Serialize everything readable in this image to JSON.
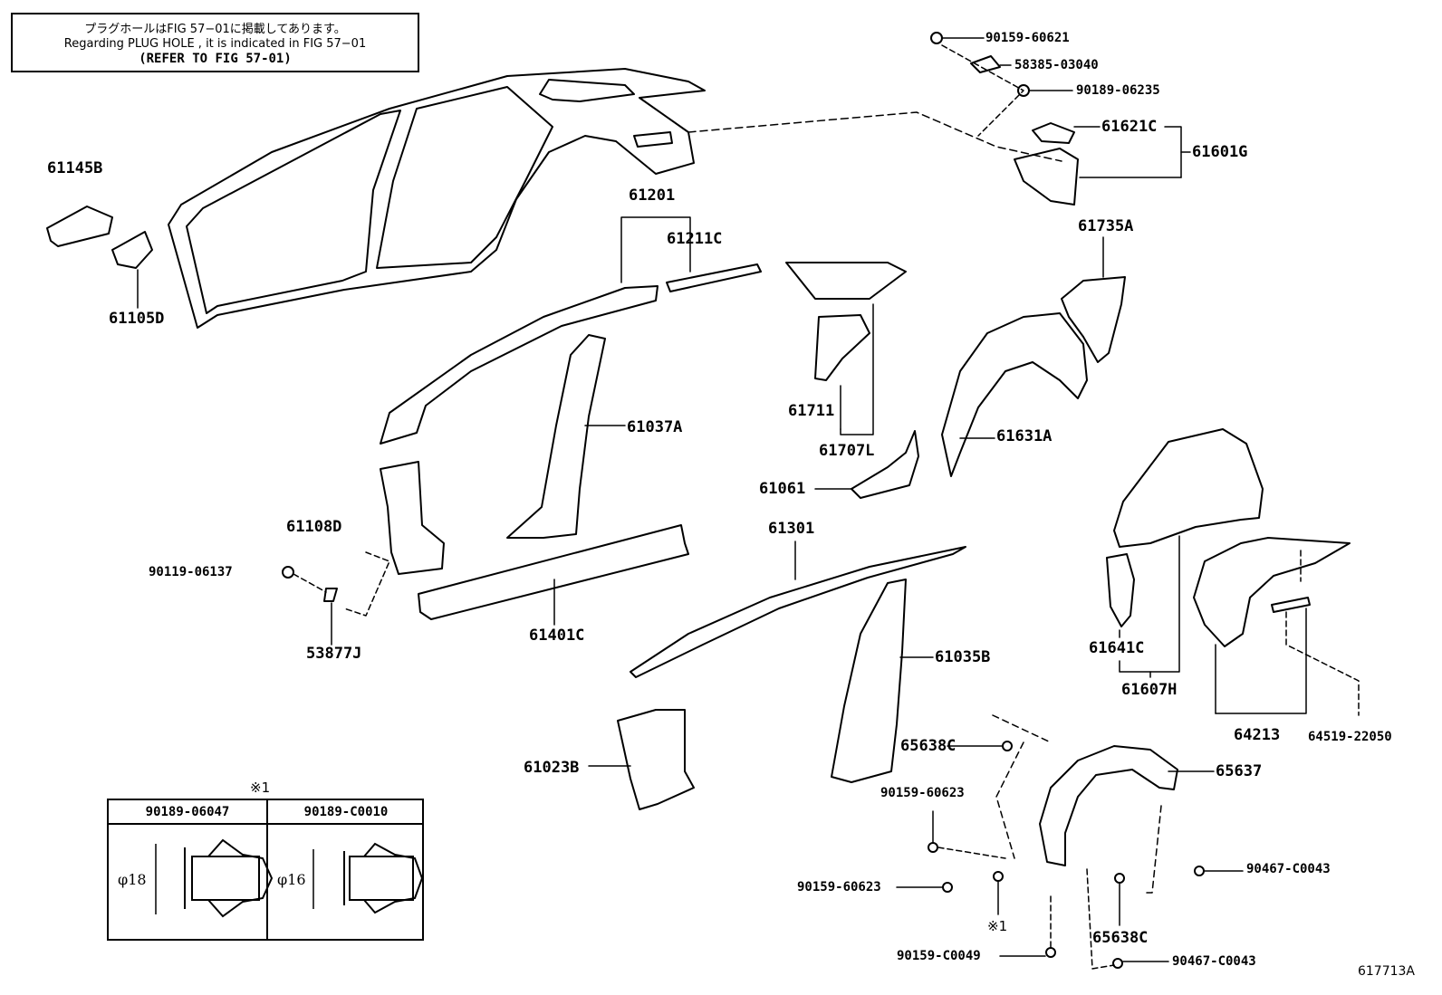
{
  "note": {
    "line1": "プラグホールはFIG 57−01に掲載してあります。",
    "line2": "Regarding PLUG HOLE , it is indicated in FIG 57−01",
    "line3": "(REFER TO FIG 57-01)"
  },
  "labels": {
    "p61145B": "61145B",
    "p61105D": "61105D",
    "p61201": "61201",
    "p61211C": "61211C",
    "p61037A": "61037A",
    "p61108D": "61108D",
    "p90119_06137": "90119-06137",
    "p53877J": "53877J",
    "p61401C": "61401C",
    "p61711": "61711",
    "p61707L": "61707L",
    "p61061": "61061",
    "p61301": "61301",
    "p61035B": "61035B",
    "p61023B": "61023B",
    "p65638C_a": "65638C",
    "p90159_60623_a": "90159-60623",
    "p90159_60623_b": "90159-60623",
    "p90159_C0049": "90159-C0049",
    "p65638C_b": "65638C",
    "p90467_C0043_a": "90467-C0043",
    "p90467_C0043_b": "90467-C0043",
    "p65637": "65637",
    "p90159_60621": "90159-60621",
    "p58385_03040": "58385-03040",
    "p90189_06235": "90189-06235",
    "p61621C": "61621C",
    "p61601G": "61601G",
    "p61735A": "61735A",
    "p61631A": "61631A",
    "p61641C": "61641C",
    "p61607H": "61607H",
    "p64213": "64213",
    "p64519_22050": "64519-22050",
    "mark_table": "※1",
    "mark_clip": "※1"
  },
  "clip_table": {
    "col1_part": "90189-06047",
    "col1_dia": "φ18",
    "col2_part": "90189-C0010",
    "col2_dia": "φ16"
  },
  "figure_code": "617713A"
}
